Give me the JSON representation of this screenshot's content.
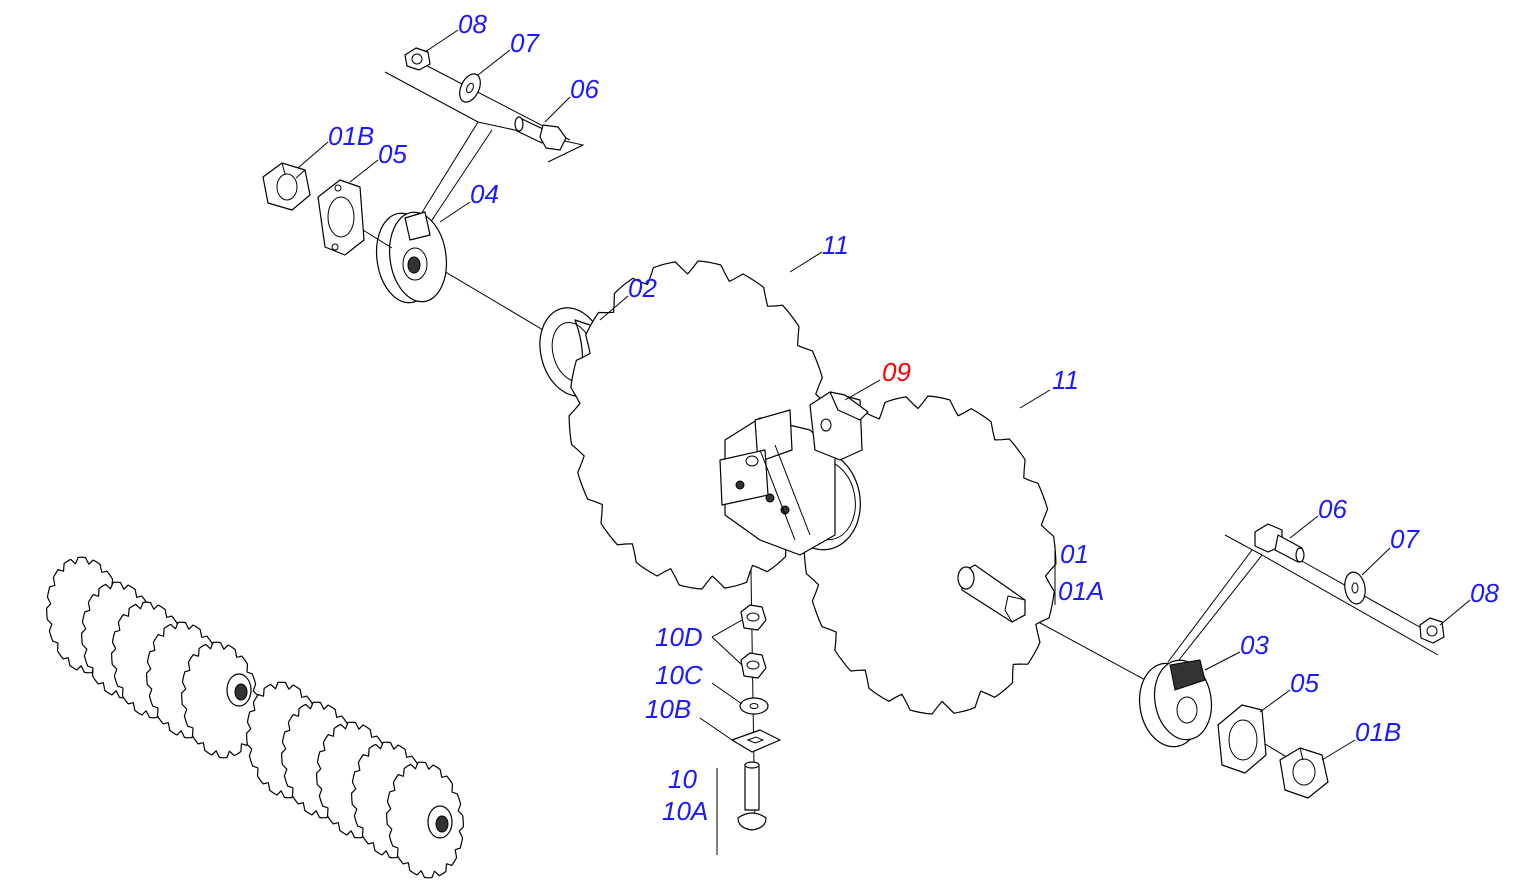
{
  "colors": {
    "label": "#1a1aff",
    "highlight": "#ff0000",
    "line": "#000000",
    "background": "#ffffff"
  },
  "labels": {
    "l08_top": "08",
    "l07_top": "07",
    "l06_top": "06",
    "l01B_top": "01B",
    "l05_top": "05",
    "l04": "04",
    "l02": "02",
    "l11_left": "11",
    "l09": "09",
    "l11_right": "11",
    "l06_right": "06",
    "l07_right": "07",
    "l08_right": "08",
    "l01": "01",
    "l01A": "01A",
    "l03": "03",
    "l05_right": "05",
    "l01B_right": "01B",
    "l10D": "10D",
    "l10C": "10C",
    "l10B": "10B",
    "l10": "10",
    "l10A": "10A"
  },
  "highlighted_label": "09"
}
